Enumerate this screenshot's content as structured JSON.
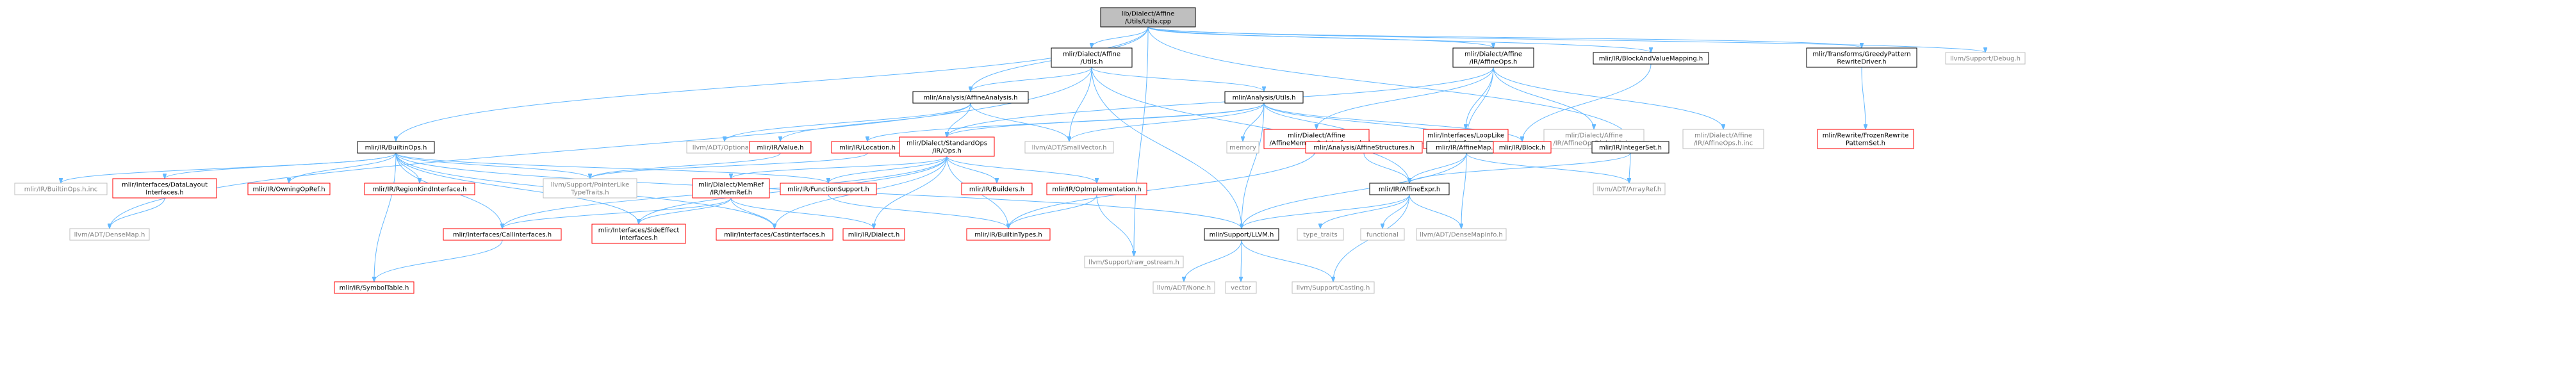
{
  "colors": {
    "root_fill": "#bfbfbf",
    "root_stroke": "#000000",
    "node_fill": "#ffffff",
    "node_stroke_documented": "#000000",
    "node_stroke_incomplete": "#ff0000",
    "node_stroke_external": "#bfbfbf",
    "text_external": "#7f7f7f",
    "edge": "#63b8ff"
  },
  "nodes": [
    {
      "id": "root",
      "lines": [
        "lib/Dialect/Affine",
        "/Utils/Utils.cpp"
      ],
      "kind": "root"
    },
    {
      "id": "affine_utils_h",
      "lines": [
        "mlir/Dialect/Affine",
        "/Utils.h"
      ],
      "kind": "documented"
    },
    {
      "id": "affine_ops_h",
      "lines": [
        "mlir/Dialect/Affine",
        "/IR/AffineOps.h"
      ],
      "kind": "documented"
    },
    {
      "id": "block_value_mapping_h",
      "lines": [
        "mlir/IR/BlockAndValueMapping.h"
      ],
      "kind": "documented"
    },
    {
      "id": "greedy_pattern_h",
      "lines": [
        "mlir/Transforms/GreedyPattern",
        "RewriteDriver.h"
      ],
      "kind": "documented"
    },
    {
      "id": "debug_h",
      "lines": [
        "llvm/Support/Debug.h"
      ],
      "kind": "external"
    },
    {
      "id": "affine_analysis_h",
      "lines": [
        "mlir/Analysis/AffineAnalysis.h"
      ],
      "kind": "documented"
    },
    {
      "id": "analysis_utils_h",
      "lines": [
        "mlir/Analysis/Utils.h"
      ],
      "kind": "documented"
    },
    {
      "id": "affine_memory_op_if_h",
      "lines": [
        "mlir/Dialect/Affine",
        "/AffineMemoryOpInterfaces.h"
      ],
      "kind": "incomplete"
    },
    {
      "id": "looplike_if_h",
      "lines": [
        "mlir/Interfaces/LoopLike",
        "Interface.h"
      ],
      "kind": "incomplete"
    },
    {
      "id": "affine_ops_dialect_inc",
      "lines": [
        "mlir/Dialect/Affine",
        "/IR/AffineOpsDialect.h.inc"
      ],
      "kind": "external"
    },
    {
      "id": "affine_ops_h_inc",
      "lines": [
        "mlir/Dialect/Affine",
        "/IR/AffineOps.h.inc"
      ],
      "kind": "external"
    },
    {
      "id": "frozen_pattern_h",
      "lines": [
        "mlir/Rewrite/FrozenRewrite",
        "PatternSet.h"
      ],
      "kind": "incomplete"
    },
    {
      "id": "builtin_ops_h",
      "lines": [
        "mlir/IR/BuiltinOps.h"
      ],
      "kind": "documented"
    },
    {
      "id": "optional_h",
      "lines": [
        "llvm/ADT/Optional.h"
      ],
      "kind": "external"
    },
    {
      "id": "value_h",
      "lines": [
        "mlir/IR/Value.h"
      ],
      "kind": "incomplete"
    },
    {
      "id": "location_h",
      "lines": [
        "mlir/IR/Location.h"
      ],
      "kind": "incomplete"
    },
    {
      "id": "standard_ops_h",
      "lines": [
        "mlir/Dialect/StandardOps",
        "/IR/Ops.h"
      ],
      "kind": "incomplete"
    },
    {
      "id": "small_vector_h",
      "lines": [
        "llvm/ADT/SmallVector.h"
      ],
      "kind": "external"
    },
    {
      "id": "memory",
      "lines": [
        "memory"
      ],
      "kind": "external"
    },
    {
      "id": "affine_structures_h",
      "lines": [
        "mlir/Analysis/AffineStructures.h"
      ],
      "kind": "incomplete"
    },
    {
      "id": "affine_map_h",
      "lines": [
        "mlir/IR/AffineMap.h"
      ],
      "kind": "documented"
    },
    {
      "id": "block_h",
      "lines": [
        "mlir/IR/Block.h"
      ],
      "kind": "incomplete"
    },
    {
      "id": "integer_set_h",
      "lines": [
        "mlir/IR/IntegerSet.h"
      ],
      "kind": "documented"
    },
    {
      "id": "builtin_ops_h_inc",
      "lines": [
        "mlir/IR/BuiltinOps.h.inc"
      ],
      "kind": "external"
    },
    {
      "id": "data_layout_if_h",
      "lines": [
        "mlir/Interfaces/DataLayout",
        "Interfaces.h"
      ],
      "kind": "incomplete"
    },
    {
      "id": "owning_op_ref_h",
      "lines": [
        "mlir/IR/OwningOpRef.h"
      ],
      "kind": "incomplete"
    },
    {
      "id": "region_kind_if_h",
      "lines": [
        "mlir/IR/RegionKindInterface.h"
      ],
      "kind": "incomplete"
    },
    {
      "id": "pointer_like_traits_h",
      "lines": [
        "llvm/Support/PointerLike",
        "TypeTraits.h"
      ],
      "kind": "external"
    },
    {
      "id": "function_support_h",
      "lines": [
        "mlir/IR/FunctionSupport.h"
      ],
      "kind": "incomplete"
    },
    {
      "id": "memref_h",
      "lines": [
        "mlir/Dialect/MemRef",
        "/IR/MemRef.h"
      ],
      "kind": "incomplete"
    },
    {
      "id": "builders_h",
      "lines": [
        "mlir/IR/Builders.h"
      ],
      "kind": "incomplete"
    },
    {
      "id": "op_implementation_h",
      "lines": [
        "mlir/IR/OpImplementation.h"
      ],
      "kind": "incomplete"
    },
    {
      "id": "affine_expr_h",
      "lines": [
        "mlir/IR/AffineExpr.h"
      ],
      "kind": "documented"
    },
    {
      "id": "array_ref_h",
      "lines": [
        "llvm/ADT/ArrayRef.h"
      ],
      "kind": "external"
    },
    {
      "id": "dense_map_h",
      "lines": [
        "llvm/ADT/DenseMap.h"
      ],
      "kind": "external"
    },
    {
      "id": "call_interfaces_h",
      "lines": [
        "mlir/Interfaces/CallInterfaces.h"
      ],
      "kind": "incomplete"
    },
    {
      "id": "side_effect_if_h",
      "lines": [
        "mlir/Interfaces/SideEffect",
        "Interfaces.h"
      ],
      "kind": "incomplete"
    },
    {
      "id": "cast_interfaces_h",
      "lines": [
        "mlir/Interfaces/CastInterfaces.h"
      ],
      "kind": "incomplete"
    },
    {
      "id": "dialect_h",
      "lines": [
        "mlir/IR/Dialect.h"
      ],
      "kind": "incomplete"
    },
    {
      "id": "builtin_types_h",
      "lines": [
        "mlir/IR/BuiltinTypes.h"
      ],
      "kind": "incomplete"
    },
    {
      "id": "raw_ostream_h",
      "lines": [
        "llvm/Support/raw_ostream.h"
      ],
      "kind": "external"
    },
    {
      "id": "llvm_h",
      "lines": [
        "mlir/Support/LLVM.h"
      ],
      "kind": "documented"
    },
    {
      "id": "type_traits",
      "lines": [
        "type_traits"
      ],
      "kind": "external"
    },
    {
      "id": "functional",
      "lines": [
        "functional"
      ],
      "kind": "external"
    },
    {
      "id": "dense_map_info_h",
      "lines": [
        "llvm/ADT/DenseMapInfo.h"
      ],
      "kind": "external"
    },
    {
      "id": "symbol_table_h",
      "lines": [
        "mlir/IR/SymbolTable.h"
      ],
      "kind": "incomplete"
    },
    {
      "id": "none_h",
      "lines": [
        "llvm/ADT/None.h"
      ],
      "kind": "external"
    },
    {
      "id": "vector",
      "lines": [
        "vector"
      ],
      "kind": "external"
    },
    {
      "id": "casting_h",
      "lines": [
        "llvm/Support/Casting.h"
      ],
      "kind": "external"
    }
  ],
  "edges": [
    [
      "root",
      "affine_utils_h"
    ],
    [
      "root",
      "affine_ops_h"
    ],
    [
      "root",
      "block_value_mapping_h"
    ],
    [
      "root",
      "greedy_pattern_h"
    ],
    [
      "root",
      "debug_h"
    ],
    [
      "root",
      "affine_analysis_h"
    ],
    [
      "root",
      "builtin_ops_h"
    ],
    [
      "root",
      "integer_set_h"
    ],
    [
      "root",
      "raw_ostream_h"
    ],
    [
      "affine_utils_h",
      "affine_analysis_h"
    ],
    [
      "affine_utils_h",
      "analysis_utils_h"
    ],
    [
      "affine_utils_h",
      "small_vector_h"
    ],
    [
      "affine_utils_h",
      "dense_map_h"
    ],
    [
      "affine_utils_h",
      "affine_expr_h"
    ],
    [
      "affine_utils_h",
      "llvm_h"
    ],
    [
      "affine_ops_h",
      "affine_memory_op_if_h"
    ],
    [
      "affine_ops_h",
      "looplike_if_h"
    ],
    [
      "affine_ops_h",
      "affine_ops_dialect_inc"
    ],
    [
      "affine_ops_h",
      "affine_ops_h_inc"
    ],
    [
      "affine_ops_h",
      "standard_ops_h"
    ],
    [
      "affine_ops_h",
      "affine_map_h"
    ],
    [
      "block_value_mapping_h",
      "block_h"
    ],
    [
      "greedy_pattern_h",
      "frozen_pattern_h"
    ],
    [
      "affine_analysis_h",
      "optional_h"
    ],
    [
      "affine_analysis_h",
      "value_h"
    ],
    [
      "affine_analysis_h",
      "standard_ops_h"
    ],
    [
      "affine_analysis_h",
      "small_vector_h"
    ],
    [
      "analysis_utils_h",
      "location_h"
    ],
    [
      "analysis_utils_h",
      "small_vector_h"
    ],
    [
      "analysis_utils_h",
      "memory"
    ],
    [
      "analysis_utils_h",
      "affine_structures_h"
    ],
    [
      "analysis_utils_h",
      "affine_map_h"
    ],
    [
      "analysis_utils_h",
      "block_h"
    ],
    [
      "analysis_utils_h",
      "llvm_h"
    ],
    [
      "analysis_utils_h",
      "standard_ops_h"
    ],
    [
      "affine_memory_op_if_h",
      "affine_map_h"
    ],
    [
      "affine_memory_op_if_h",
      "builtin_types_h"
    ],
    [
      "builtin_ops_h",
      "builtin_ops_h_inc"
    ],
    [
      "builtin_ops_h",
      "data_layout_if_h"
    ],
    [
      "builtin_ops_h",
      "owning_op_ref_h"
    ],
    [
      "builtin_ops_h",
      "region_kind_if_h"
    ],
    [
      "builtin_ops_h",
      "pointer_like_traits_h"
    ],
    [
      "builtin_ops_h",
      "function_support_h"
    ],
    [
      "builtin_ops_h",
      "call_interfaces_h"
    ],
    [
      "builtin_ops_h",
      "side_effect_if_h"
    ],
    [
      "builtin_ops_h",
      "cast_interfaces_h"
    ],
    [
      "builtin_ops_h",
      "symbol_table_h"
    ],
    [
      "builtin_ops_h",
      "llvm_h"
    ],
    [
      "data_layout_if_h",
      "dense_map_h"
    ],
    [
      "value_h",
      "pointer_like_traits_h"
    ],
    [
      "location_h",
      "pointer_like_traits_h"
    ],
    [
      "standard_ops_h",
      "memref_h"
    ],
    [
      "standard_ops_h",
      "builders_h"
    ],
    [
      "standard_ops_h",
      "op_implementation_h"
    ],
    [
      "standard_ops_h",
      "call_interfaces_h"
    ],
    [
      "standard_ops_h",
      "side_effect_if_h"
    ],
    [
      "standard_ops_h",
      "cast_interfaces_h"
    ],
    [
      "standard_ops_h",
      "dialect_h"
    ],
    [
      "standard_ops_h",
      "builtin_types_h"
    ],
    [
      "standard_ops_h",
      "function_support_h"
    ],
    [
      "function_support_h",
      "builtin_types_h"
    ],
    [
      "memref_h",
      "call_interfaces_h"
    ],
    [
      "memref_h",
      "side_effect_if_h"
    ],
    [
      "memref_h",
      "cast_interfaces_h"
    ],
    [
      "memref_h",
      "dialect_h"
    ],
    [
      "op_implementation_h",
      "builtin_types_h"
    ],
    [
      "op_implementation_h",
      "raw_ostream_h"
    ],
    [
      "affine_structures_h",
      "affine_expr_h"
    ],
    [
      "affine_map_h",
      "affine_expr_h"
    ],
    [
      "affine_map_h",
      "array_ref_h"
    ],
    [
      "affine_map_h",
      "dense_map_info_h"
    ],
    [
      "affine_map_h",
      "llvm_h"
    ],
    [
      "integer_set_h",
      "affine_expr_h"
    ],
    [
      "integer_set_h",
      "array_ref_h"
    ],
    [
      "affine_expr_h",
      "llvm_h"
    ],
    [
      "affine_expr_h",
      "type_traits"
    ],
    [
      "affine_expr_h",
      "functional"
    ],
    [
      "affine_expr_h",
      "dense_map_info_h"
    ],
    [
      "affine_expr_h",
      "casting_h"
    ],
    [
      "call_interfaces_h",
      "symbol_table_h"
    ],
    [
      "llvm_h",
      "none_h"
    ],
    [
      "llvm_h",
      "vector"
    ],
    [
      "llvm_h",
      "casting_h"
    ]
  ]
}
